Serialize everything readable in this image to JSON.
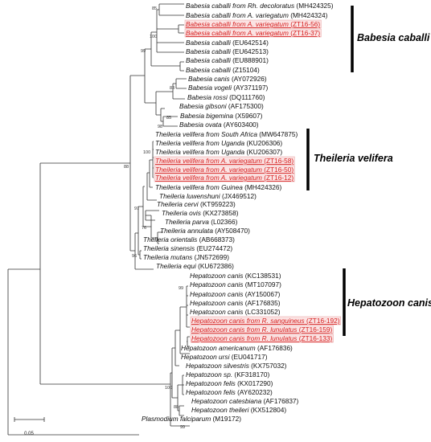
{
  "scale_bar": {
    "label": "0.05"
  },
  "groups": [
    {
      "label": "Babesia caballi"
    },
    {
      "label": "Theileria velifera"
    },
    {
      "label": "Hepatozoon canis"
    }
  ],
  "taxa": [
    {
      "species": "Babesia caballi from Rh. decoloratus",
      "acc": "(MH424325)"
    },
    {
      "species": "Babesia caballi from A. variegatum",
      "acc": "(MH424324)"
    },
    {
      "species": "Babesia caballi from A. variegatum",
      "acc": "(ZT16-56)",
      "highlight": true
    },
    {
      "species": "Babesia caballi from A. variegatum",
      "acc": "(ZT16-37)",
      "highlight": true
    },
    {
      "species": "Babesia caballi",
      "acc": "(EU642514)"
    },
    {
      "species": "Babesia caballi",
      "acc": "(EU642513)"
    },
    {
      "species": "Babesia caballi",
      "acc": "(EU888901)"
    },
    {
      "species": "Babesia caballi",
      "acc": "(Z15104)"
    },
    {
      "species": "Babesia canis",
      "acc": "(AY072926)"
    },
    {
      "species": "Babesia vogeli",
      "acc": "(AY371197)"
    },
    {
      "species": "Babesia rossi",
      "acc": "(DQ111760)"
    },
    {
      "species": "Babesia gibsoni",
      "acc": "(AF175300)"
    },
    {
      "species": "Babesia bigemina",
      "acc": "(X59607)"
    },
    {
      "species": "Babesia ovata",
      "acc": "(AY603400)"
    },
    {
      "species": "Theileria velifera from South Africa",
      "acc": "(MW647875)"
    },
    {
      "species": "Theileria velifera from Uganda",
      "acc": "(KU206306)"
    },
    {
      "species": "Theileria velifera from Uganda",
      "acc": "(KU206307)"
    },
    {
      "species": "Theileria velifera from A. variegatum",
      "acc": "(ZT16-58)",
      "highlight": true
    },
    {
      "species": "Theileria velifera from A. variegatum",
      "acc": "(ZT16-50)",
      "highlight": true
    },
    {
      "species": "Theileria velifera from A. variegatum",
      "acc": "(ZT16-12)",
      "highlight": true
    },
    {
      "species": "Theileria velifera from Guinea",
      "acc": "(MH424326)"
    },
    {
      "species": "Theileria luwenshuni",
      "acc": "(JX469512)"
    },
    {
      "species": "Theileria cervi",
      "acc": "(KT959223)"
    },
    {
      "species": "Theileria ovis",
      "acc": "(KX273858)"
    },
    {
      "species": "Theileria parva",
      "acc": "(L02366)"
    },
    {
      "species": "Theileria annulata",
      "acc": "(AY508470)"
    },
    {
      "species": "Theileria orientalis",
      "acc": "(AB668373)"
    },
    {
      "species": "Theileria sinensis",
      "acc": "(EU274472)"
    },
    {
      "species": "Theileria mutans",
      "acc": "(JN572699)"
    },
    {
      "species": "Theileria equi",
      "acc": "(KU672386)"
    },
    {
      "species": "Hepatozoon canis",
      "acc": "(KC138531)"
    },
    {
      "species": "Hepatozoon canis",
      "acc": "(MT107097)"
    },
    {
      "species": "Hepatozoon canis",
      "acc": "(AY150067)"
    },
    {
      "species": "Hepatozoon canis",
      "acc": "(AF176835)"
    },
    {
      "species": "Hepatozoon canis",
      "acc": "(LC331052)"
    },
    {
      "species": "Hepatozoon canis from R. sanguineus",
      "acc": "(ZT16-192)",
      "highlight": true
    },
    {
      "species": "Hepatozoon canis from R. lunulatus",
      "acc": "(ZT16-159)",
      "highlight": true
    },
    {
      "species": "Hepatozoon canis from R. lunulatus",
      "acc": "(ZT16-133)",
      "highlight": true
    },
    {
      "species": "Hepatozoon americanum",
      "acc": "(AF176836)"
    },
    {
      "species": "Hepatozoon ursi",
      "acc": "(EU041717)"
    },
    {
      "species": "Hepatozoon silvestris",
      "acc": "(KX757032)"
    },
    {
      "species": "Hepatozoon sp.",
      "acc": "(KF318170)"
    },
    {
      "species": "Hepatozoon felis",
      "acc": "(KX017290)"
    },
    {
      "species": "Hepatozoon felis",
      "acc": "(AY620232)"
    },
    {
      "species": "Hepatozoon catesbiana",
      "acc": "(AF176837)"
    },
    {
      "species": "Hepatozoon theileri",
      "acc": "(KX512804)"
    },
    {
      "species": "Plasmodium falciparum",
      "acc": "(M19172)"
    }
  ],
  "bootstrap": [
    "85",
    "100",
    "99",
    "83",
    "85",
    "98",
    "88",
    "100",
    "97",
    "76",
    "96",
    "99",
    "100",
    "88",
    "99"
  ]
}
